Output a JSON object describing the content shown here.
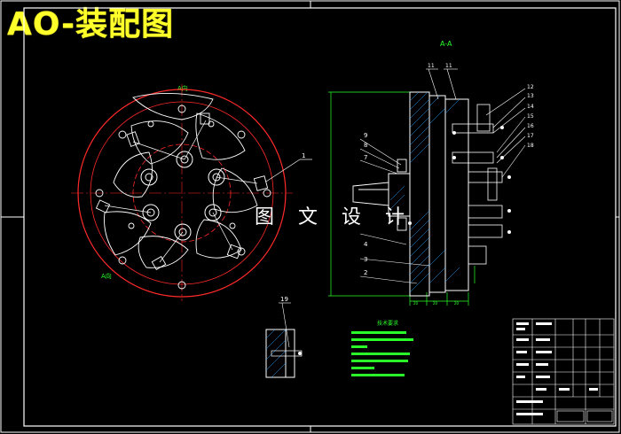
{
  "title": "AO-装配图",
  "watermark": "图 文 设 计",
  "section_label": "A-A",
  "left_view_tag": "A向",
  "part_numbers": [
    "1",
    "2",
    "3",
    "4",
    "7",
    "8",
    "9",
    "11",
    "12",
    "13",
    "14",
    "15",
    "16",
    "17",
    "18",
    "19"
  ],
  "notes_heading": "技术要求",
  "colors": {
    "title": "#ffff2a",
    "frame": "#ffffff",
    "circle": "#ff2a2a",
    "centerline": "#ff2a2a",
    "part_outline": "#ffffff",
    "dimension": "#2aff2a",
    "hatch": "#2aa0ff",
    "leader": "#ffffff"
  }
}
